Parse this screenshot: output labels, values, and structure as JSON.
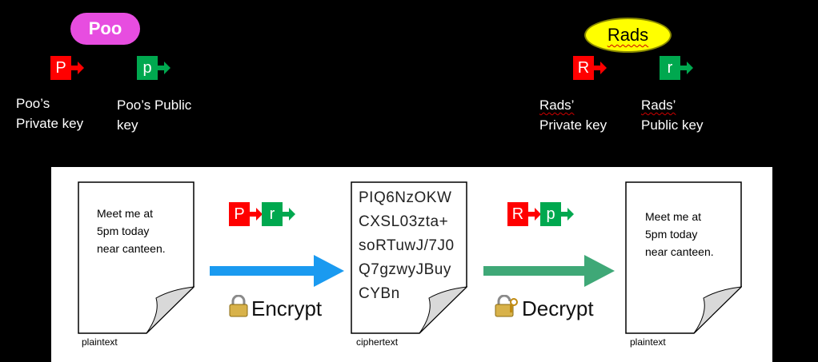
{
  "poo": {
    "name": "Poo",
    "private_key_letter": "P",
    "public_key_letter": "p",
    "private_label_line1": "Poo’s",
    "private_label_line2": "Private key",
    "public_label_line1": "Poo’s Public",
    "public_label_line2": "key"
  },
  "rads": {
    "name": "Rads",
    "private_key_letter": "R",
    "public_key_letter": "r",
    "private_label_line1": "Rads’",
    "private_label_line2": "Private key",
    "public_label_line1": "Rads’",
    "public_label_line2": "Public key"
  },
  "encrypt_keys": [
    "P",
    "r"
  ],
  "decrypt_keys": [
    "R",
    "p"
  ],
  "plaintext_message": [
    "Meet me at",
    "5pm today",
    "near canteen."
  ],
  "ciphertext_lines": [
    "PIQ6NzOKW",
    "CXSL03zta+",
    "soRTuwJ/7J0",
    "Q7gzwyJBuy",
    "CYBn"
  ],
  "encrypt_label": "Encrypt",
  "decrypt_label": "Decrypt",
  "captions": {
    "left": "plaintext",
    "middle": "ciphertext",
    "right": "plaintext"
  },
  "colors": {
    "private_key": "#ff0000",
    "public_key": "#00a84f",
    "poo_badge": "#e74de0",
    "rads_badge": "#ffff00",
    "encrypt_arrow": "#1a9af0",
    "decrypt_arrow": "#3fa877"
  },
  "icons": {
    "encrypt": "padlock-icon",
    "decrypt": "padlock-key-icon"
  }
}
